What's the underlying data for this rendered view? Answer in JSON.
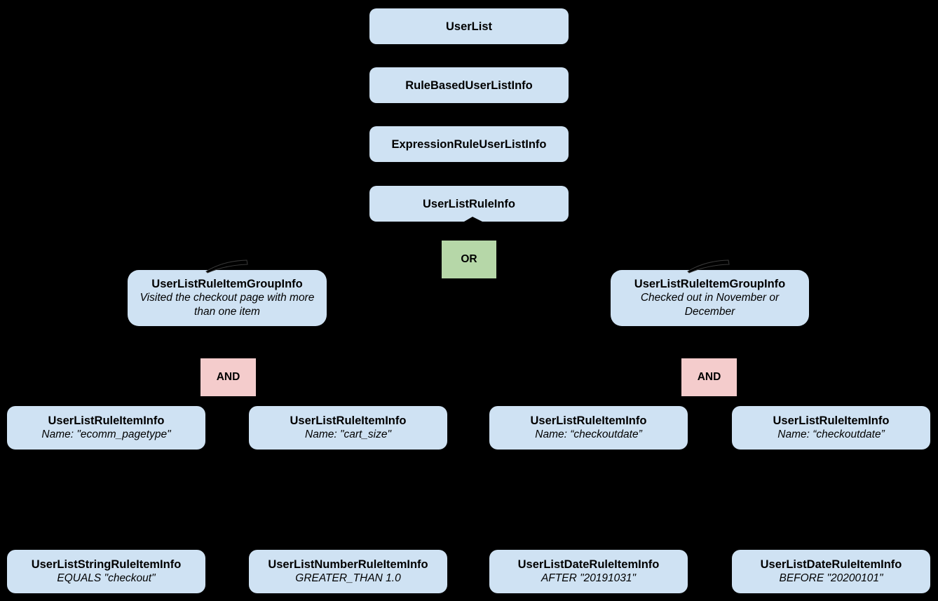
{
  "diagram": {
    "background_color": "#000000",
    "colors": {
      "class_fill": "#cfe2f3",
      "or_fill": "#b6d7a8",
      "and_fill": "#f4cccc",
      "text": "#000000",
      "connector": "#000000"
    },
    "nodes": {
      "user_list": {
        "title": "UserList"
      },
      "rule_based_user_list_info": {
        "title": "RuleBasedUserListInfo"
      },
      "expression_rule_user_list_info": {
        "title": "ExpressionRuleUserListInfo"
      },
      "user_list_rule_info": {
        "title": "UserListRuleInfo"
      },
      "or_operator": {
        "label": "OR"
      },
      "group_left": {
        "title": "UserListRuleItemGroupInfo",
        "description": "Visited the checkout page with more than one item"
      },
      "group_right": {
        "title": "UserListRuleItemGroupInfo",
        "description": "Checked out in November or December"
      },
      "and_operator_left": {
        "label": "AND"
      },
      "and_operator_right": {
        "label": "AND"
      },
      "rule_item_ecomm_pagetype": {
        "title": "UserListRuleItemInfo",
        "description": "Name: \"ecomm_pagetype\""
      },
      "rule_item_cart_size": {
        "title": "UserListRuleItemInfo",
        "description": "Name: \"cart_size\""
      },
      "rule_item_checkoutdate_left": {
        "title": "UserListRuleItemInfo",
        "description": "Name: “checkoutdate”"
      },
      "rule_item_checkoutdate_right": {
        "title": "UserListRuleItemInfo",
        "description": "Name: “checkoutdate”"
      },
      "string_rule_item": {
        "title": "UserListStringRuleItemInfo",
        "description": "EQUALS \"checkout\""
      },
      "number_rule_item": {
        "title": "UserListNumberRuleItemInfo",
        "description": "GREATER_THAN 1.0"
      },
      "date_rule_item_after": {
        "title": "UserListDateRuleItemInfo",
        "description": "AFTER \"20191031\""
      },
      "date_rule_item_before": {
        "title": "UserListDateRuleItemInfo",
        "description": "BEFORE \"20200101\""
      }
    }
  }
}
